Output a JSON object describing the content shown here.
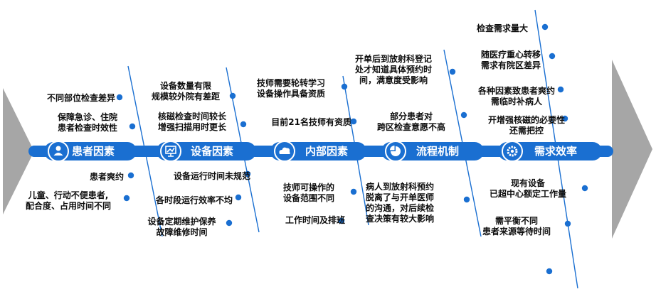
{
  "colors": {
    "spine": "#1a6fd1",
    "line": "#1a6fd1",
    "dot": "#1a6fd1",
    "arrow": "#a6a6a6",
    "pill_text": "#ffffff",
    "label_text": "#0d0d0d"
  },
  "categories": [
    {
      "label": "患者因素",
      "icon": "user-icon",
      "top": [
        "不同部位检查差异",
        "保障急诊、住院\n患者检查时效性"
      ],
      "bottom": [
        "患者爽约",
        "儿童、行动不便患者,\n配合度、占用时间不同"
      ]
    },
    {
      "label": "设备因素",
      "icon": "monitor-icon",
      "top": [
        "设备数量有限\n规模较外院有差距",
        "核磁检查时间较长\n增强扫描用时更长"
      ],
      "bottom": [
        "设备运行时间未规范",
        "各时段运行效率不均",
        "设备定期维护保养\n故障维修时间"
      ]
    },
    {
      "label": "内部因素",
      "icon": "cloud-icon",
      "top": [
        "技师需要轮转学习\n设备操作具备资质",
        "目前21名技师有资质"
      ],
      "bottom": [
        "技师可操作的\n设备范围不同",
        "工作时间及排班"
      ]
    },
    {
      "label": "流程机制",
      "icon": "pie-chart-icon",
      "top": [
        "开单后到放射科登记\n处才知道具体预约时\n间，满意度受影响",
        "部分患者对\n跨区检查意愿不高"
      ],
      "bottom": [
        "病人到放射科预约\n脱离了与开单医师\n的沟通，对后续检\n查决策有较大影响"
      ]
    },
    {
      "label": "需求效率",
      "icon": "gear-icon",
      "top": [
        "检查需求量大",
        "随医疗重心转移\n需求有院区差异",
        "各种因素致患者爽约\n需临时补病人",
        "开增强核磁的必要性\n还需把控"
      ],
      "bottom": [
        "现有设备\n已超中心额定工作量",
        "需平衡不同\n患者来源等待时间"
      ]
    }
  ]
}
